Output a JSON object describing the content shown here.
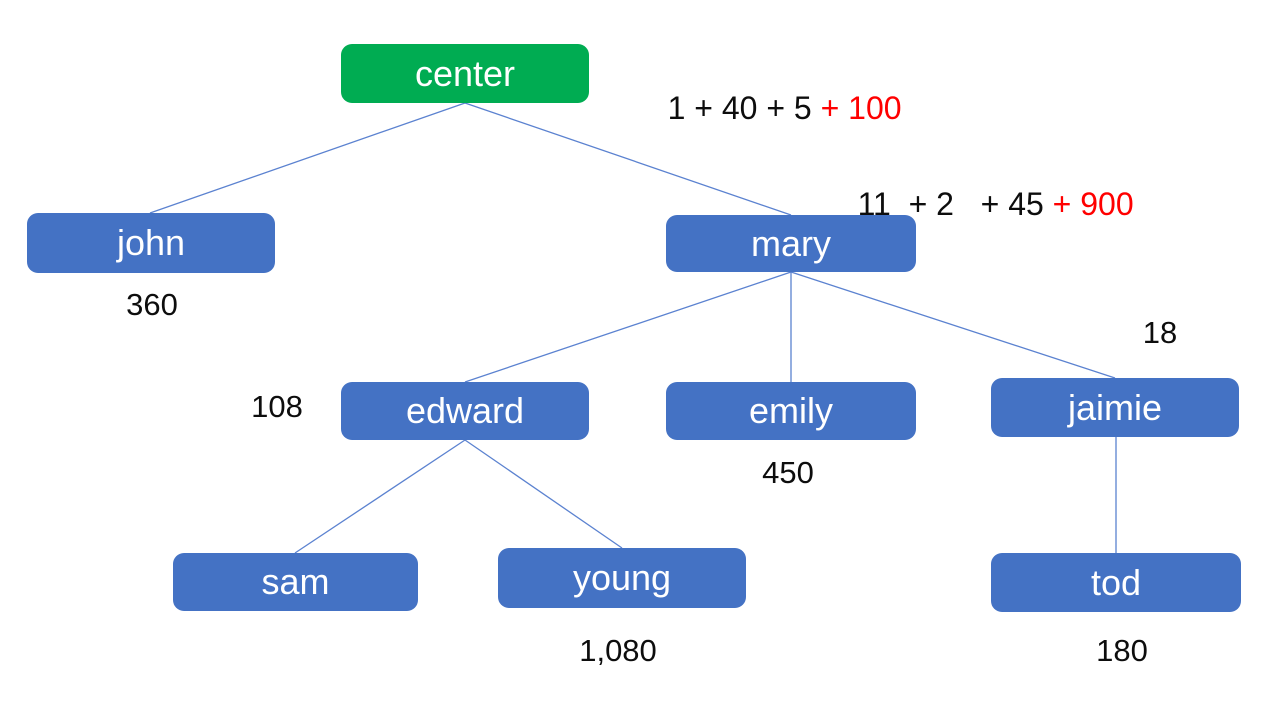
{
  "diagram": {
    "type": "tree",
    "colors": {
      "root_fill": "#00AC52",
      "node_fill": "#4472C4",
      "edge": "#5B82D0",
      "annotation_red": "#FF0000",
      "annotation_black": "#0D0D0D",
      "node_text": "#FFFFFF"
    },
    "nodes": {
      "center": {
        "label": "center"
      },
      "john": {
        "label": "john",
        "value": "360"
      },
      "mary": {
        "label": "mary"
      },
      "edward": {
        "label": "edward",
        "value": "108"
      },
      "emily": {
        "label": "emily",
        "value": "450"
      },
      "jaimie": {
        "label": "jaimie",
        "value": "18"
      },
      "sam": {
        "label": "sam"
      },
      "young": {
        "label": "young",
        "value": "1,080"
      },
      "tod": {
        "label": "tod",
        "value": "180"
      }
    },
    "annotations": {
      "center_sum_black": "1 + 40 + 5 ",
      "center_sum_red": "+ 100",
      "mary_sum_black": "11  + 2   + 45 ",
      "mary_sum_red": "+ 900"
    },
    "edges": [
      [
        "center",
        "john"
      ],
      [
        "center",
        "mary"
      ],
      [
        "mary",
        "edward"
      ],
      [
        "mary",
        "emily"
      ],
      [
        "mary",
        "jaimie"
      ],
      [
        "edward",
        "sam"
      ],
      [
        "edward",
        "young"
      ],
      [
        "jaimie",
        "tod"
      ]
    ]
  }
}
